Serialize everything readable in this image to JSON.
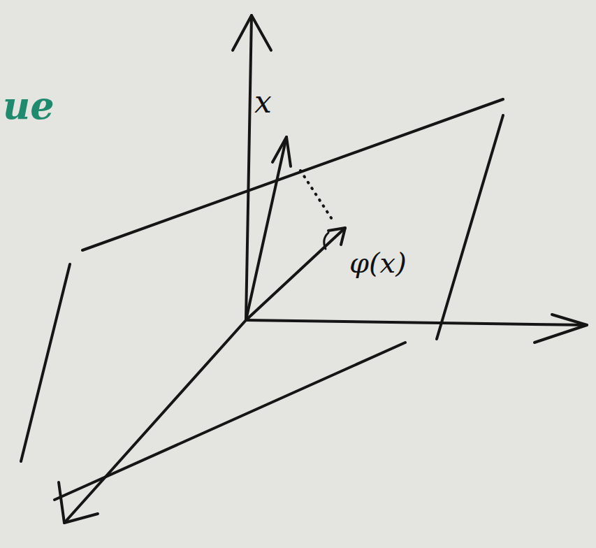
{
  "diagram": {
    "labels": [
      "ue",
      "x",
      "φ(x)"
    ]
  }
}
